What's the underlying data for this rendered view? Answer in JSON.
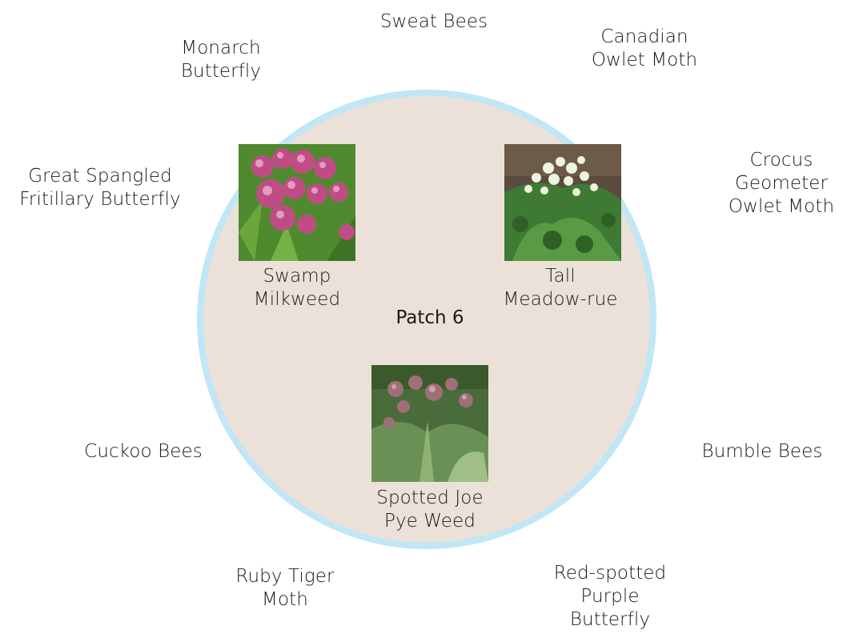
{
  "patch": {
    "title": "Patch 6",
    "colors": {
      "fill": "#ebe1d9",
      "ring": "#bfe7f5"
    }
  },
  "plants": [
    {
      "key": "swamp",
      "lines": [
        "Swamp",
        "Milkweed"
      ],
      "photo": "swamp-milkweed-photo"
    },
    {
      "key": "meadow",
      "lines": [
        "Tall",
        "Meadow-rue"
      ],
      "photo": "tall-meadow-rue-photo"
    },
    {
      "key": "joepye",
      "lines": [
        "Spotted Joe",
        "Pye Weed"
      ],
      "photo": "spotted-joe-pye-weed-photo"
    }
  ],
  "pollinators": [
    {
      "key": "sweat",
      "lines": [
        "Sweat Bees"
      ]
    },
    {
      "key": "canadian",
      "lines": [
        "Canadian",
        "Owlet Moth"
      ]
    },
    {
      "key": "monarch",
      "lines": [
        "Monarch",
        "Butterfly"
      ]
    },
    {
      "key": "crocus",
      "lines": [
        "Crocus",
        "Geometer",
        "Owlet Moth"
      ]
    },
    {
      "key": "great",
      "lines": [
        "Great Spangled",
        "Fritillary Butterfly"
      ]
    },
    {
      "key": "cuckoo",
      "lines": [
        "Cuckoo Bees"
      ]
    },
    {
      "key": "bumble",
      "lines": [
        "Bumble Bees"
      ]
    },
    {
      "key": "ruby",
      "lines": [
        "Ruby Tiger",
        "Moth"
      ]
    },
    {
      "key": "redspotted",
      "lines": [
        "Red-spotted",
        "Purple",
        "Butterfly"
      ]
    }
  ]
}
